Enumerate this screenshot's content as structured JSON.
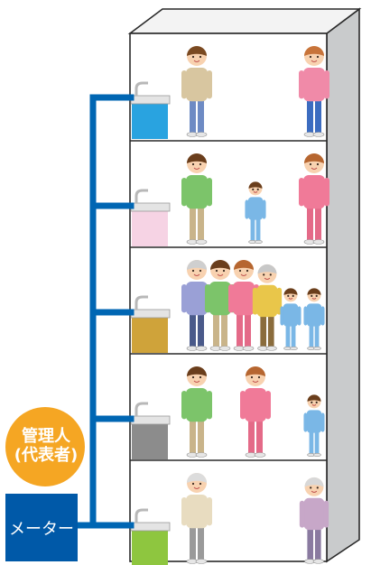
{
  "manager": {
    "line1": "管理人",
    "line2": "(代表者)"
  },
  "meter": {
    "label": "メーター"
  },
  "floors": [
    {
      "label": "household-1",
      "sink_color": "#29a3e0",
      "members": [
        "man",
        "woman"
      ]
    },
    {
      "label": "household-2",
      "sink_color": "#f6d3e4",
      "members": [
        "father",
        "child",
        "mother"
      ]
    },
    {
      "label": "household-3",
      "sink_color": "#cfa33a",
      "members": [
        "grandfather",
        "father",
        "mother",
        "grandmother",
        "child",
        "child"
      ]
    },
    {
      "label": "household-4",
      "sink_color": "#8c8c8c",
      "members": [
        "father",
        "mother",
        "child"
      ]
    },
    {
      "label": "household-5",
      "sink_color": "#8ec63f",
      "members": [
        "elderly-man",
        "elderly-woman"
      ]
    }
  ],
  "colors": {
    "pipe": "#0066b3",
    "manager_circle": "#f5a623",
    "meter_box": "#0059a8",
    "building_side": "#c9cbcc"
  }
}
